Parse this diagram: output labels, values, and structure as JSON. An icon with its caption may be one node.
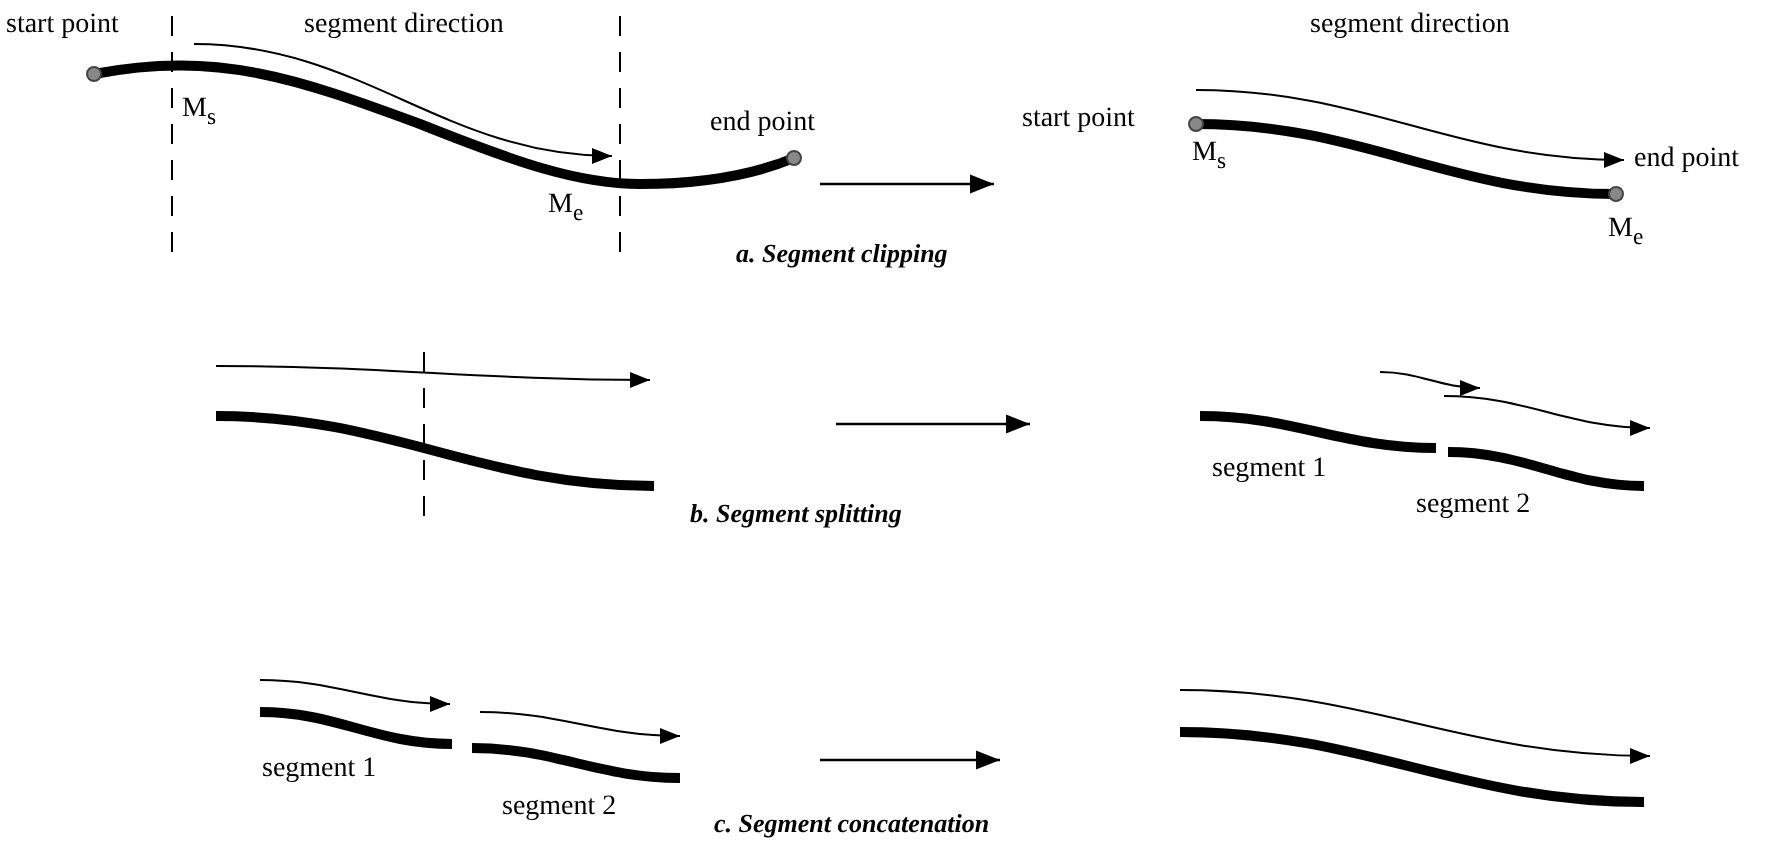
{
  "diagram": {
    "labels": [
      "start point",
      "segment direction",
      "segment direction",
      "M$_{s}$",
      "end point",
      "start point",
      "M$_{s}$",
      "end point",
      "M$_{e}$",
      "M$_{e}$",
      "a. Segment clipping",
      "segment 1",
      "segment 2",
      "b. Segment splitting",
      "segment 1",
      "segment 2",
      "c. Segment concatenation"
    ]
  }
}
